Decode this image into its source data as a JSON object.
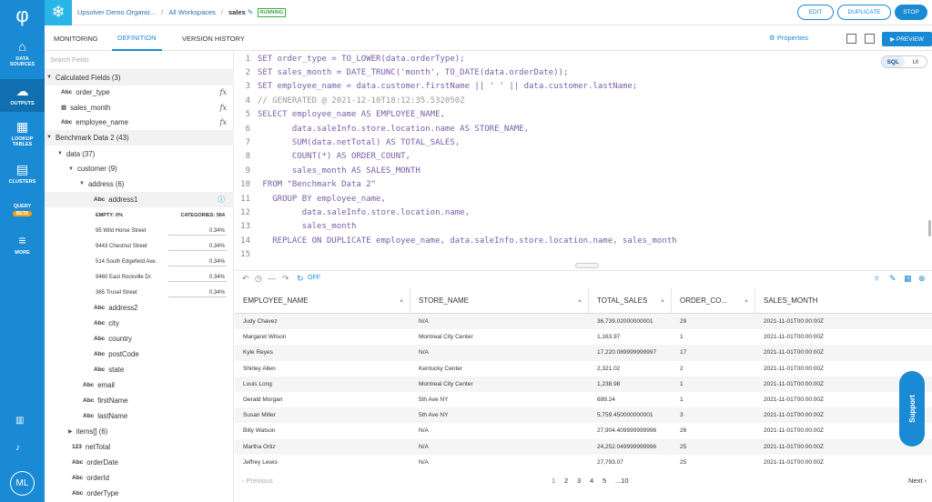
{
  "nav": {
    "logo": "φ",
    "items": [
      {
        "icon": "⌂",
        "label1": "DATA",
        "label2": "SOURCES"
      },
      {
        "icon": "☁",
        "label1": "OUTPUTS",
        "label2": ""
      },
      {
        "icon": "▦",
        "label1": "LOOKUP",
        "label2": "TABLES"
      },
      {
        "icon": "▤",
        "label1": "CLUSTERS",
        "label2": ""
      },
      {
        "icon": "",
        "label1": "QUERY",
        "label2": ""
      },
      {
        "icon": "≡",
        "label1": "MORE",
        "label2": ""
      }
    ],
    "query_badge": "BETA",
    "avatar": "ML"
  },
  "topbar": {
    "breadcrumbs": [
      "Upsolver Demo Organiz...",
      "All Workspaces",
      "sales"
    ],
    "status": "RUNNING",
    "edit": "EDIT",
    "duplicate": "DUPLICATE",
    "stop": "STOP"
  },
  "tabs": {
    "monitoring": "MONITORING",
    "definition": "DEFINITION",
    "history": "VERSION HISTORY",
    "properties": "Properties",
    "preview": "PREVIEW"
  },
  "fields": {
    "search_placeholder": "Search Fields",
    "calculated": "Calculated Fields (3)",
    "calc_items": [
      {
        "type": "Abc",
        "name": "order_type"
      },
      {
        "type": "▦",
        "name": "sales_month"
      },
      {
        "type": "Abc",
        "name": "employee_name"
      }
    ],
    "fx": "fx",
    "benchmark": "Benchmark Data 2 (43)",
    "data": "data (37)",
    "customer": "customer (9)",
    "address": "address (6)",
    "address1": "address1",
    "empty": "EMPTY: 0%",
    "categories": "CATEGORIES: 564",
    "stats": [
      {
        "label": "95 Wild Horse Street",
        "pct": "0.34%"
      },
      {
        "label": "9443 Chestnut Street",
        "pct": "0.34%"
      },
      {
        "label": "514 South Edgefield Ave.",
        "pct": "0.34%"
      },
      {
        "label": "9460 East Rockville Dr.",
        "pct": "0.34%"
      },
      {
        "label": "365 Trusel Street",
        "pct": "0.34%"
      }
    ],
    "after": [
      {
        "type": "Abc",
        "name": "address2"
      },
      {
        "type": "Abc",
        "name": "city"
      },
      {
        "type": "Abc",
        "name": "country"
      },
      {
        "type": "Abc",
        "name": "postCode"
      },
      {
        "type": "Abc",
        "name": "state"
      },
      {
        "type": "Abc",
        "name": "email"
      },
      {
        "type": "Abc",
        "name": "firstName"
      },
      {
        "type": "Abc",
        "name": "lastName"
      },
      {
        "type": "",
        "name": "items[] (6)"
      },
      {
        "type": "123",
        "name": "netTotal"
      },
      {
        "type": "Abc",
        "name": "orderDate"
      },
      {
        "type": "Abc",
        "name": "orderId"
      },
      {
        "type": "Abc",
        "name": "orderType"
      }
    ]
  },
  "editor": {
    "sql": "SQL",
    "ui": "UI",
    "lines": [
      "SET order_type = TO_LOWER(data.orderType);",
      "SET sales_month = DATE_TRUNC('month', TO_DATE(data.orderDate));",
      "SET employee_name = data.customer.firstName || ' ' || data.customer.lastName;",
      "// GENERATED @ 2021-12-10T18:12:35.532050Z",
      "SELECT employee_name AS EMPLOYEE_NAME,",
      "       data.saleInfo.store.location.name AS STORE_NAME,",
      "       SUM(data.netTotal) AS TOTAL_SALES,",
      "       COUNT(*) AS ORDER_COUNT,",
      "       sales_month AS SALES_MONTH",
      " FROM \"Benchmark Data 2\"",
      "   GROUP BY employee_name,",
      "         data.saleInfo.store.location.name,",
      "         sales_month",
      "   REPLACE ON DUPLICATE employee_name, data.saleInfo.store.location.name, sales_month",
      ""
    ]
  },
  "results": {
    "off": "OFF",
    "columns": [
      "EMPLOYEE_NAME",
      "STORE_NAME",
      "TOTAL_SALES",
      "ORDER_CO...",
      "SALES_MONTH"
    ],
    "rows": [
      [
        "Judy Chavez",
        "N/A",
        "36,739.02000000001",
        "29",
        "2021-11-01T00:00:00Z"
      ],
      [
        "Margaret Wilson",
        "Montreal City Center",
        "1,163.97",
        "1",
        "2021-11-01T00:00:00Z"
      ],
      [
        "Kyle Reyes",
        "N/A",
        "17,220.089999999997",
        "17",
        "2021-11-01T00:00:00Z"
      ],
      [
        "Shirley Allen",
        "Kentucky Center",
        "2,321.02",
        "2",
        "2021-11-01T00:00:00Z"
      ],
      [
        "Louis Long",
        "Montreal City Center",
        "1,238.98",
        "1",
        "2021-11-01T00:00:00Z"
      ],
      [
        "Gerald Morgan",
        "5th Ave NY",
        "699.24",
        "1",
        "2021-11-01T00:00:00Z"
      ],
      [
        "Susan Miller",
        "5th Ave NY",
        "5,759.450000000001",
        "3",
        "2021-11-01T00:00:00Z"
      ],
      [
        "Billy Watson",
        "N/A",
        "27,904.409999999996",
        "26",
        "2021-11-01T00:00:00Z"
      ],
      [
        "Martha Ortiz",
        "N/A",
        "24,252.049999999996",
        "25",
        "2021-11-01T00:00:00Z"
      ],
      [
        "Jeffrey Lewis",
        "N/A",
        "27,793.07",
        "25",
        "2021-11-01T00:00:00Z"
      ]
    ],
    "previous": "Previous",
    "next": "Next",
    "pages": [
      "1",
      "2",
      "3",
      "4",
      "5",
      "...10"
    ]
  },
  "support": "Support"
}
